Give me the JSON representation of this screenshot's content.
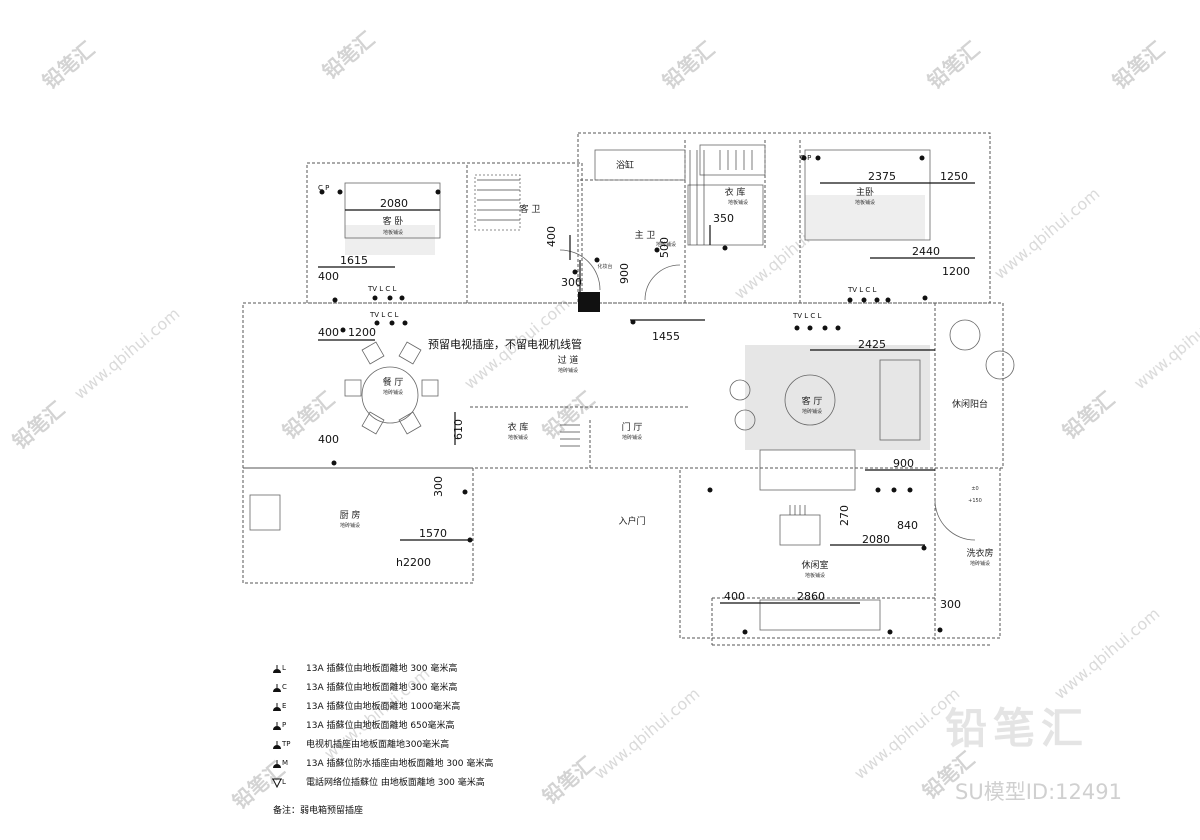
{
  "rooms": {
    "guest_bedroom": {
      "name": "客 卧",
      "floor": "地板铺设"
    },
    "guest_bath": {
      "name": "客 卫"
    },
    "bathtub": {
      "name": "浴缸"
    },
    "master_bath": {
      "name": "主 卫",
      "floor": "地砖铺设"
    },
    "washbasin": {
      "name": "化妆台"
    },
    "walkin_closet": {
      "name": "衣 库",
      "floor": "地板铺设"
    },
    "master_bedroom": {
      "name": "主卧",
      "floor": "地板铺设"
    },
    "corridor": {
      "name": "过 道",
      "floor": "地砖铺设"
    },
    "dining": {
      "name": "餐 厅",
      "floor": "地砖铺设"
    },
    "cloakroom": {
      "name": "衣 库",
      "floor": "地板铺设"
    },
    "foyer": {
      "name": "门 厅",
      "floor": "地砖铺设"
    },
    "living": {
      "name": "客 厅",
      "floor": "地砖铺设"
    },
    "balcony": {
      "name": "休闲阳台"
    },
    "kitchen": {
      "name": "厨 房",
      "floor": "地砖铺设"
    },
    "entrance": {
      "name": "入户门"
    },
    "leisure": {
      "name": "休闲室",
      "floor": "地板铺设"
    },
    "laundry": {
      "name": "洗衣房",
      "floor": "地砖铺设"
    },
    "level_mark": {
      "line1": "±0",
      "line2": "+150"
    }
  },
  "dimensions": {
    "d2080a": "2080",
    "d1615": "1615",
    "d400a": "400",
    "d400b": "400",
    "d1200a": "1200",
    "d400c": "400",
    "d300a": "300",
    "d900a": "900",
    "d400d": "400",
    "d500": "500",
    "d350": "350",
    "d1455": "1455",
    "d2375": "2375",
    "d1250": "1250",
    "d2440": "2440",
    "d1200b": "1200",
    "d2425": "2425",
    "d610": "610",
    "d300b": "300",
    "d1570": "1570",
    "dh2200": "h2200",
    "d900b": "900",
    "d270": "270",
    "d840": "840",
    "d2080b": "2080",
    "d400e": "400",
    "d2860": "2860",
    "d300c": "300"
  },
  "socket_codes": {
    "cp_guest": "C P",
    "tvlcl_guest": "TV L C L",
    "tvlcl_dining": "TV L C L",
    "cp_master": "C P",
    "tvlcl_master": "TV L C L",
    "tvcl_corr": "TV L C L"
  },
  "annotation": "预留电视插座，不留电视机线管",
  "legend": [
    {
      "letter": "L",
      "text": "13A  插蘇位由地板面離地  300  毫米高"
    },
    {
      "letter": "C",
      "text": "13A  插蘇位由地板面離地  300  毫米高"
    },
    {
      "letter": "E",
      "text": "13A  插蘇位由地板面離地  1000毫米高"
    },
    {
      "letter": "P",
      "text": "13A  插蘇位由地板面離地  650毫米高"
    },
    {
      "letter": "TP",
      "text": "电视机插座由地板面離地300毫米高"
    },
    {
      "letter": "M",
      "text": "13A  插蘇位防水插座由地板面離地  300  毫米高"
    },
    {
      "letter": "L",
      "text": "電話网络位插蘇位  由地板面離地  300  毫米高",
      "triangle": true
    }
  ],
  "remark": "备注：弱电箱预留插座",
  "watermark": {
    "brand": "铅笔汇",
    "id": "SU模型ID:12491",
    "logo": "铅笔汇",
    "url": "www.qbihui.com"
  }
}
